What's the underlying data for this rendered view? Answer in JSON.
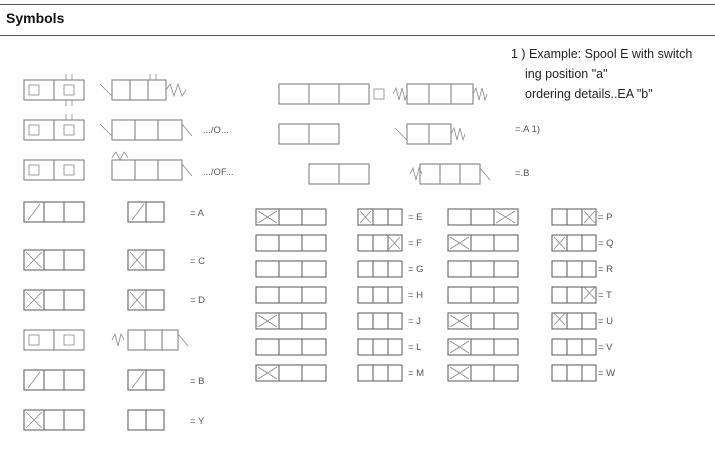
{
  "section": {
    "title": "Symbols"
  },
  "note": {
    "line1": "1 ) Example: Spool E with switch",
    "line2": "ing position \"a\"",
    "line3": "ordering details..EA \"b\""
  },
  "labels": {
    "a": "= A",
    "c": "= C",
    "d": "= D",
    "b": "= B",
    "y": "= Y",
    "e": "= E",
    "f": "= F",
    "g": "= G",
    "h": "= H",
    "j": "= J",
    "l": "= L",
    "m": "= M",
    "p": "= P",
    "q": "= Q",
    "r": "= R",
    "t": "= T",
    "u": "= U",
    "v": "= V",
    "w": "= W",
    "slash_o": ".../O...",
    "slash_of": ".../OF...",
    "a1": "=.A 1)",
    "dot_b": "=.B"
  }
}
